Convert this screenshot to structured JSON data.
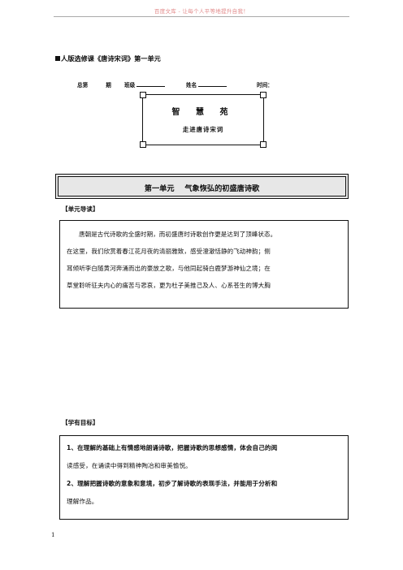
{
  "watermark": "百度文库 - 让每个人平等地提升自我！",
  "header": {
    "title": "人版选修课《唐诗宋词》第一单元",
    "total_label": "总第",
    "period_label": "期",
    "class_label": "班级",
    "name_label": "姓名",
    "time_label": "时间："
  },
  "banner": {
    "main": "智 慧 苑",
    "sub": "走进唐诗宋词"
  },
  "unit": {
    "title": "第一单元    气象恢弘的初盛唐诗歌"
  },
  "intro": {
    "label": "【单元导读】",
    "lines": [
      "唐朝是古代诗歌的全盛时期，而初盛唐时诗歌创作更是达到了顶峰状态。",
      "在这里，我们欣赏着春江花月夜的清丽雅致，感受澄澈恬静的飞动神韵；侧",
      "耳倾听李白随黄河奔涌而出的豪放之歌，与他同起骑白鹿梦游神仙之境；在",
      "草堂聆听征夫内心的痛苦与悲哀，更为杜子美推己及人、心系苍生的博大胸"
    ]
  },
  "objectives": {
    "label": "【学有目标】",
    "lines": [
      "1、在理解的基础上有情感地朗诵诗歌，把握诗歌的思想感情，体会自己的阅",
      "读感受，在诵读中得到精神陶冶和审美愉悦。",
      "2、理解把握诗歌的意象和意境，初步了解诗歌的表现手法，并能用于分析和",
      "理解作品。"
    ]
  },
  "page_number": "1"
}
